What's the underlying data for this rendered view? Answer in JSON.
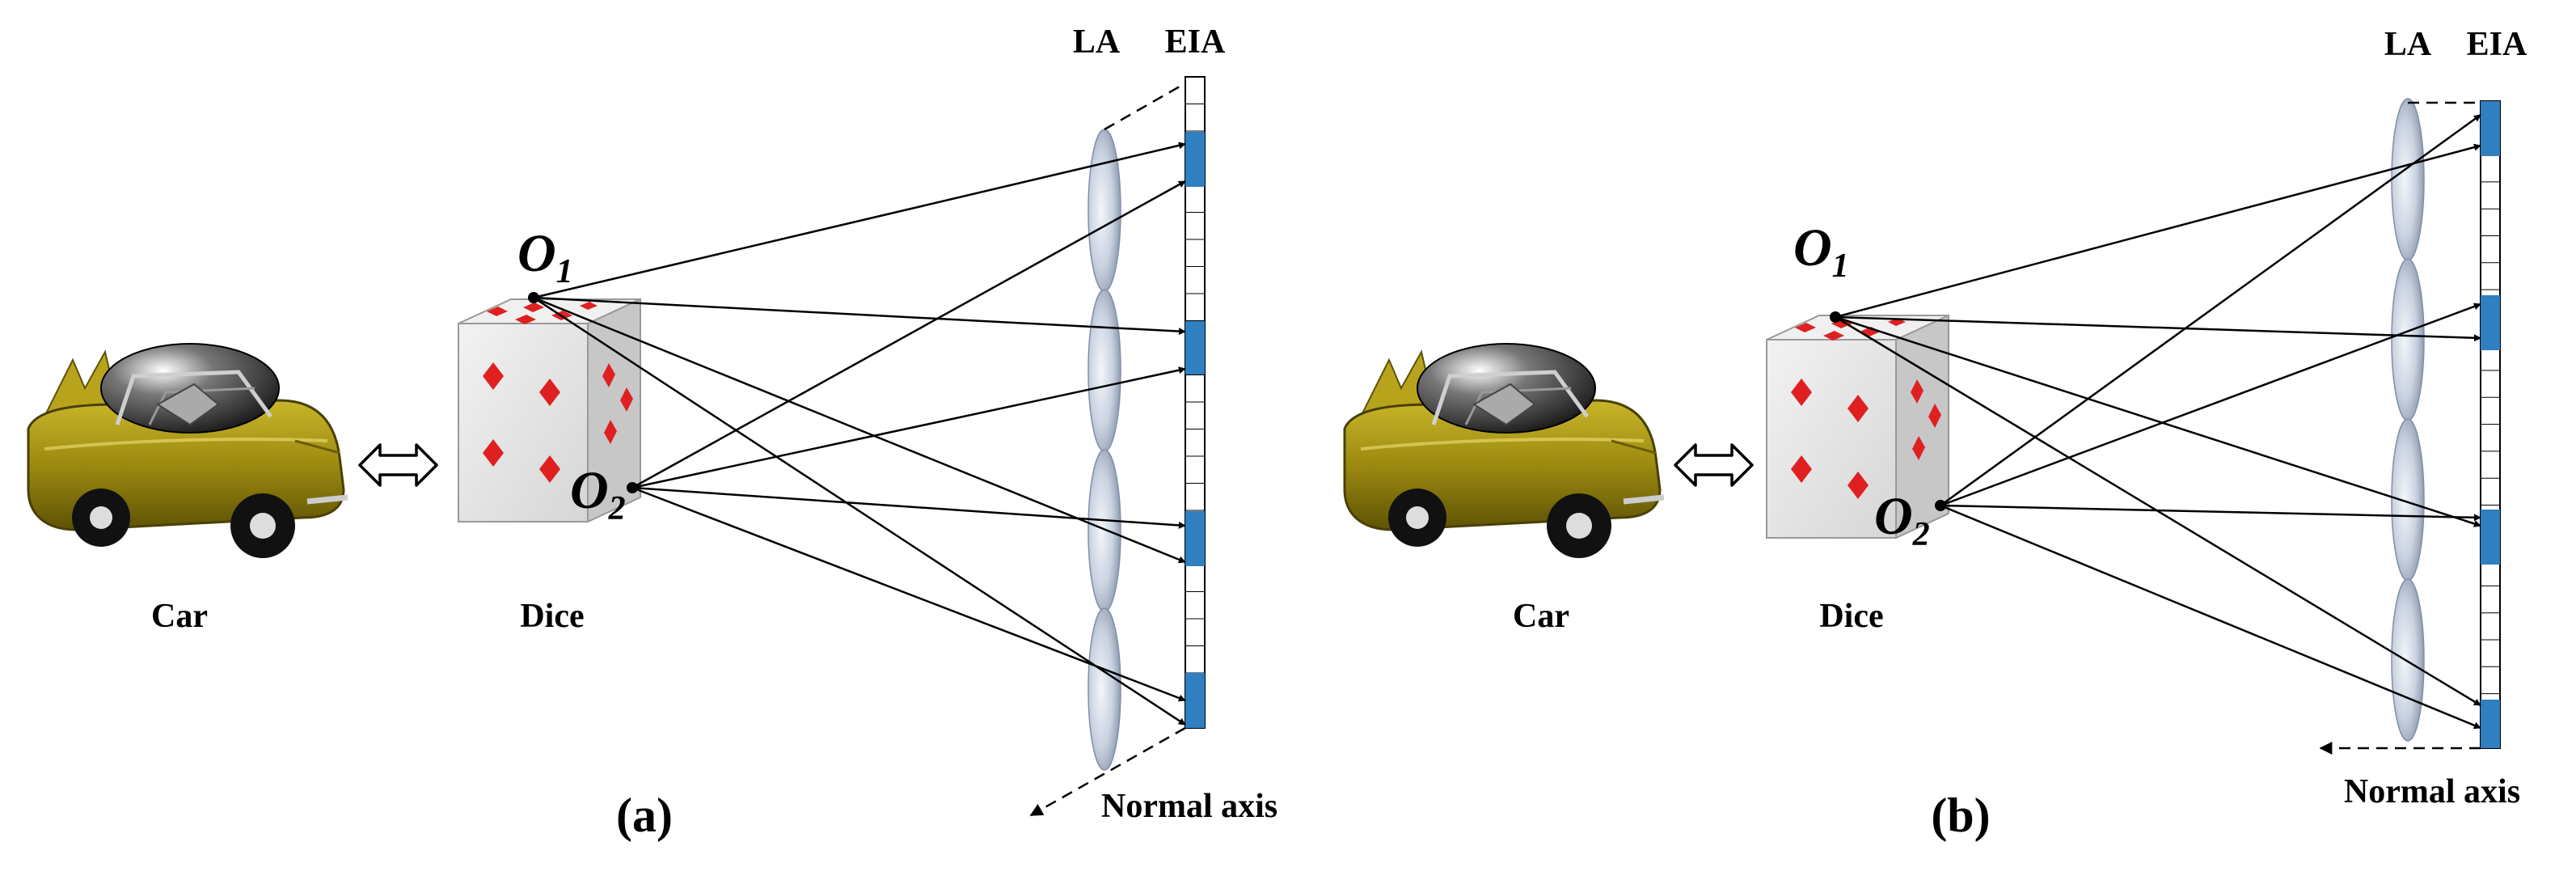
{
  "panel_a": {
    "car_label": "Car",
    "dice_label": "Dice",
    "point1_main": "O",
    "point1_sub": "1",
    "point2_main": "O",
    "point2_sub": "2",
    "la_label": "LA",
    "eia_label": "EIA",
    "axis_label": "Normal axis",
    "caption": "(a)"
  },
  "panel_b": {
    "car_label": "Car",
    "dice_label": "Dice",
    "point1_main": "O",
    "point1_sub": "1",
    "point2_main": "O",
    "point2_sub": "2",
    "la_label": "LA",
    "eia_label": "EIA",
    "axis_label": "Normal axis",
    "caption": "(b)"
  },
  "colors": {
    "car_body": "#9c8a10",
    "pixel_highlight": "#2f7fc1",
    "dice_spot": "#e02020",
    "lens": "#c9d2e0"
  },
  "icons": {
    "equivalence": "double-headed-arrow-icon"
  }
}
